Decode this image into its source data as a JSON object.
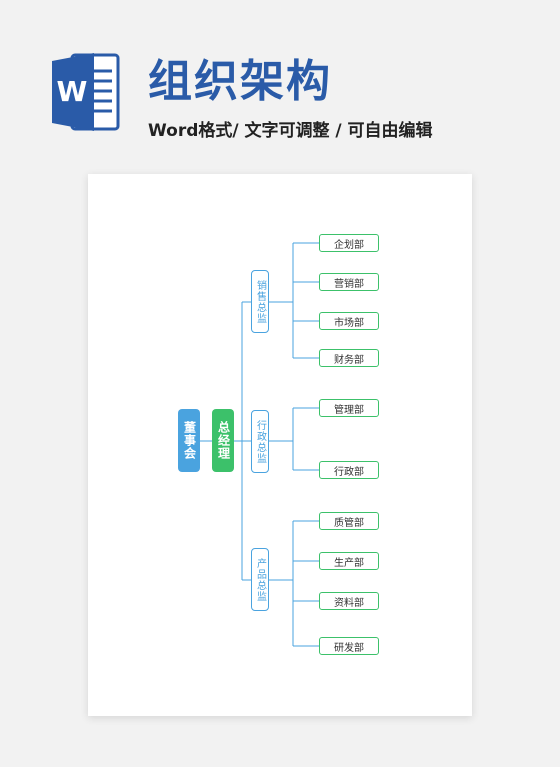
{
  "header": {
    "app_icon": "word-icon",
    "logo_letter": "W",
    "title": "组织架构",
    "subtitle": "Word格式/ 文字可调整 / 可自由编辑"
  },
  "colors": {
    "title": "#2a5ba8",
    "board": "#4aa3df",
    "gm": "#3cc16a",
    "director_border": "#4aa3df",
    "dept_border": "#3cc16a",
    "line": "#4aa3df"
  },
  "org": {
    "board": "董事会",
    "gm": "总经理",
    "directors": [
      {
        "name": "销售总监",
        "departments": [
          "企划部",
          "营销部",
          "市场部",
          "财务部"
        ]
      },
      {
        "name": "行政总监",
        "departments": [
          "管理部",
          "行政部"
        ]
      },
      {
        "name": "产品总监",
        "departments": [
          "质管部",
          "生产部",
          "资料部",
          "研发部"
        ]
      }
    ]
  }
}
